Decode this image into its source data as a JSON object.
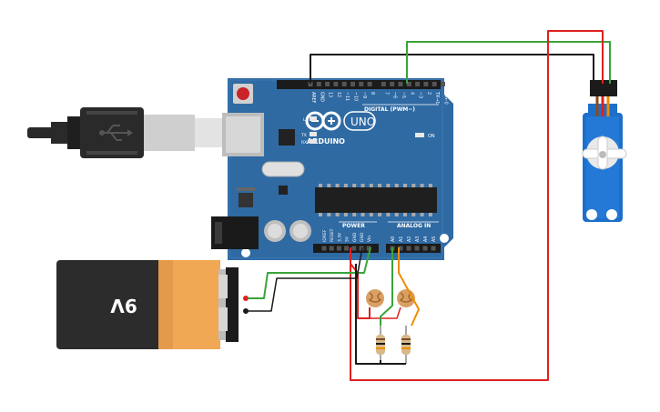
{
  "board": {
    "brand": "ARDUINO",
    "model": "UNO",
    "digital_header": "DIGITAL (PWM~)",
    "power_header": "POWER",
    "analog_header": "ANALOG IN",
    "on_label": "ON",
    "led_labels": {
      "l": "L",
      "tx": "TX",
      "rx": "RX"
    },
    "top_pins": [
      "AREF",
      "GND",
      "13",
      "12",
      "~11",
      "~10",
      "~9",
      "8",
      "7",
      "~6",
      "~5",
      "4",
      "~3",
      "2",
      "TX→1",
      "RX←0"
    ],
    "power_pins": [
      "IOREF",
      "RESET",
      "3.3V",
      "5V",
      "GND",
      "GND",
      "Vin"
    ],
    "analog_pins": [
      "A0",
      "A1",
      "A2",
      "A3",
      "A4",
      "A5"
    ]
  },
  "battery": {
    "label": "9V"
  },
  "colors": {
    "board": "#2f6aa3",
    "board_dark": "#24547f",
    "header": "#1b1b1b",
    "wire_red": "#e02020",
    "wire_green": "#3aa43a",
    "wire_black": "#1a1a1a",
    "wire_orange": "#f08c00",
    "battery_body": "#2c2c2c",
    "battery_label": "#f0a040",
    "servo_body": "#1d6fc9"
  }
}
